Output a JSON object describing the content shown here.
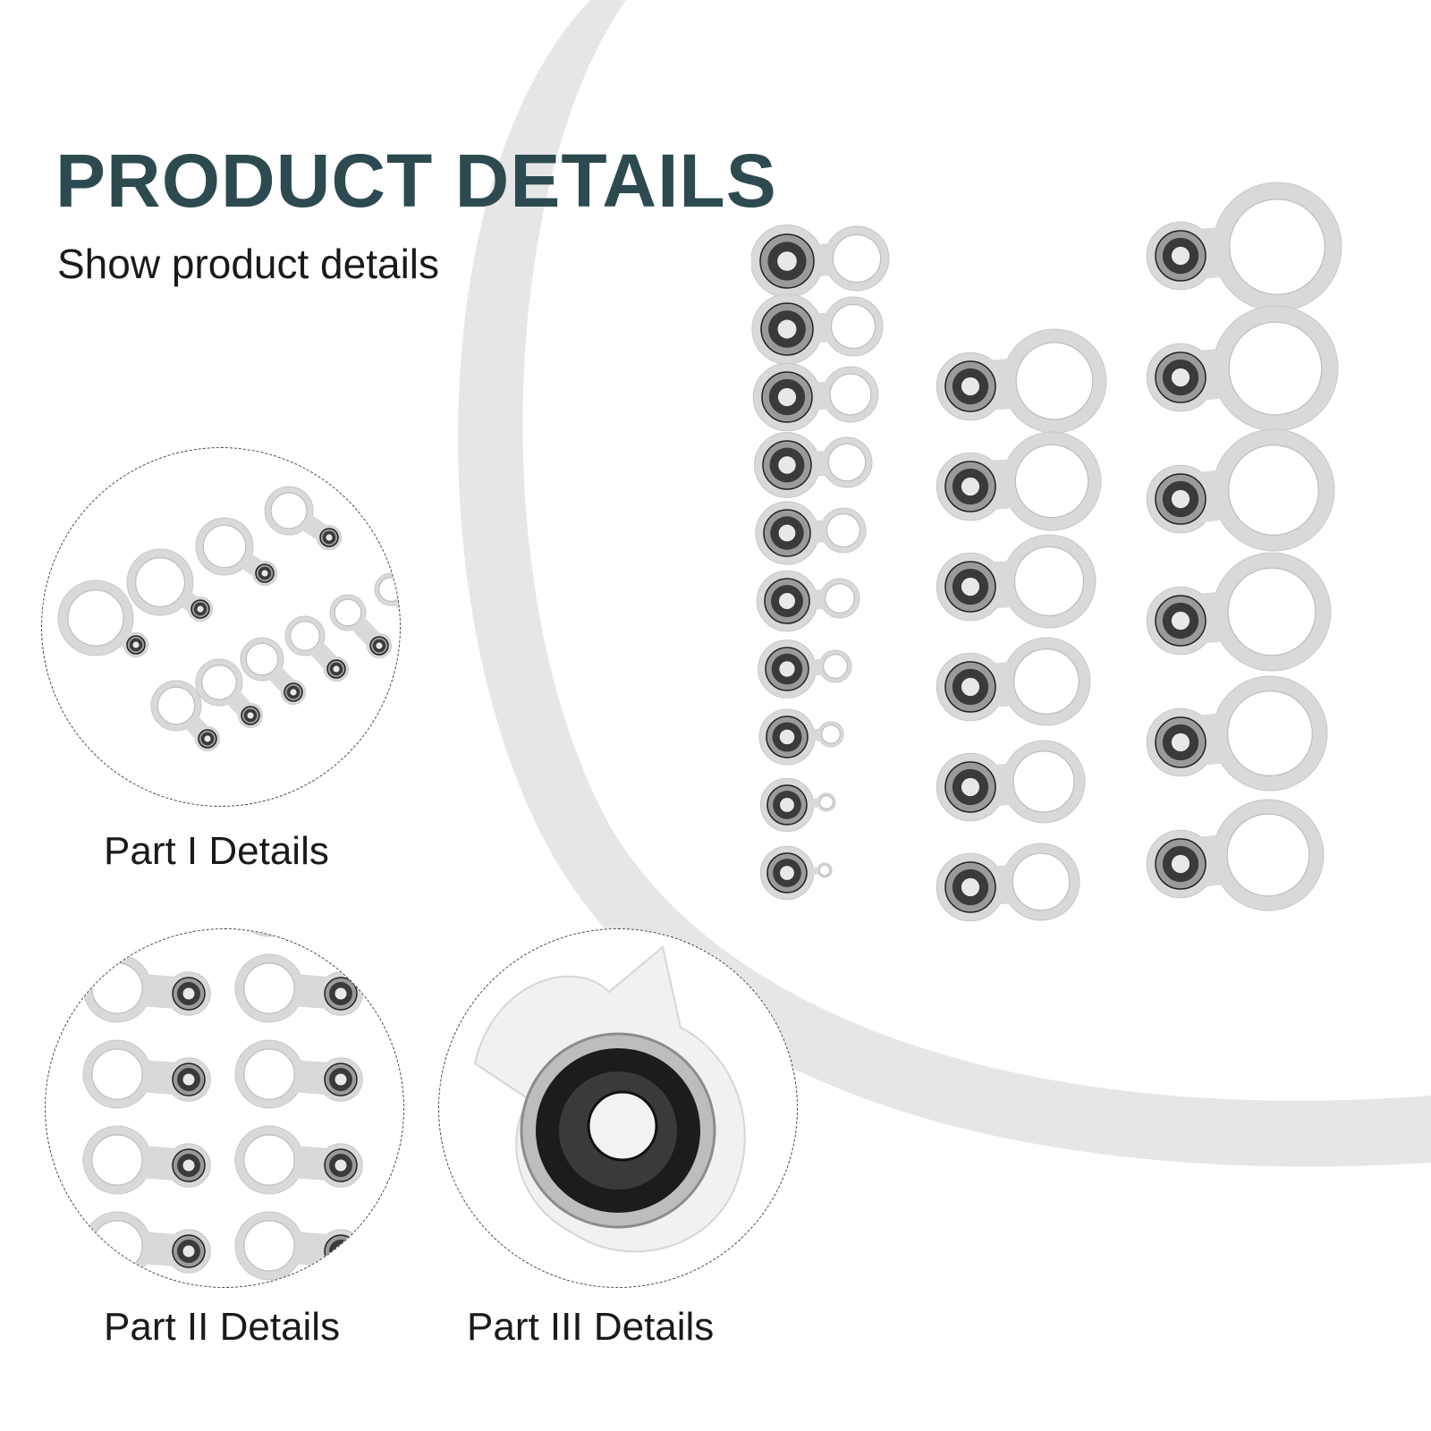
{
  "header": {
    "title": "PRODUCT DETAILS",
    "subtitle": "Show product details"
  },
  "details": [
    {
      "caption": "Part I Details",
      "image": "fishing-rod-guide-rings-assortment-closeup"
    },
    {
      "caption": "Part II Details",
      "image": "guide-rings-grid-closeup"
    },
    {
      "caption": "Part III Details",
      "image": "single-guide-ring-macro"
    }
  ],
  "main_image": "fishing-rod-guide-rings-set",
  "colors": {
    "title": "#2c4a50",
    "arc": "#e4e4e4",
    "ring": "#d9d9d9",
    "metal": "#3a3a3a"
  }
}
